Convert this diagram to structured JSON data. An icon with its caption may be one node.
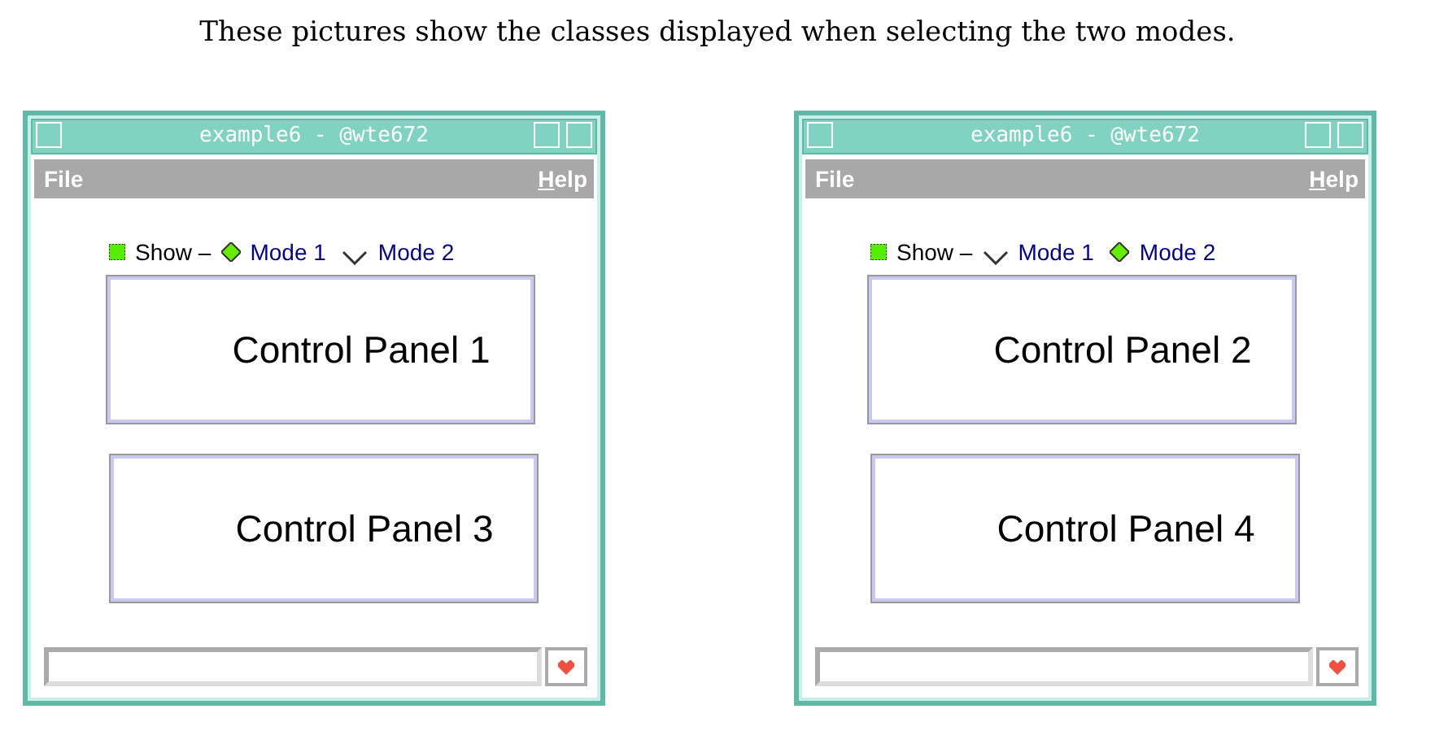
{
  "diagram": {
    "title": "These pictures show the classes displayed when selecting the two modes.",
    "nodes": [
      {
        "text": [
          "example6 - @wte672"
        ]
      },
      {
        "text": [
          "Control Panel 1"
        ],
        "in": 0
      },
      {
        "text": [
          "Control Panel 3"
        ],
        "in": 0
      },
      {
        "text": [
          "example6 - @wte672"
        ]
      },
      {
        "text": [
          "Control Panel 2"
        ],
        "in": 3
      },
      {
        "text": [
          "Control Panel 4"
        ],
        "in": 3
      }
    ],
    "edges": [],
    "labels": [
      "File",
      "Help",
      "Show –",
      "Mode 1",
      "Mode 2",
      "File",
      "Help",
      "Show –",
      "Mode 1",
      "Mode 2"
    ]
  }
}
